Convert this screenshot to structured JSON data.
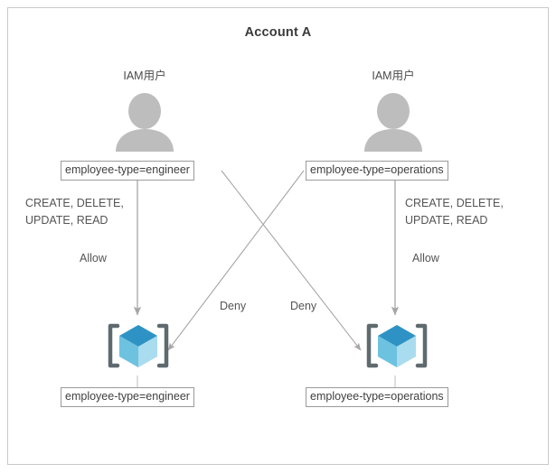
{
  "diagram": {
    "title": "Account A",
    "frame_border_color": "#c9c9c9",
    "arrow_color": "#a6a6a6",
    "avatar_color": "#bdbdbd",
    "cube_colors": {
      "top": "#2e93c4",
      "left": "#6cc2df",
      "right": "#a9dcef",
      "bracket": "#5f6a6f"
    },
    "users": [
      {
        "id": "left-user",
        "label": "IAM用户",
        "icon": "user-avatar-icon"
      },
      {
        "id": "right-user",
        "label": "IAM用户",
        "icon": "user-avatar-icon"
      }
    ],
    "user_tags": [
      {
        "id": "left-user-tag",
        "text": "employee-type=engineer"
      },
      {
        "id": "right-user-tag",
        "text": "employee-type=operations"
      }
    ],
    "resource_tags": [
      {
        "id": "left-resource-tag",
        "text": "employee-type=engineer"
      },
      {
        "id": "right-resource-tag",
        "text": "employee-type=operations"
      }
    ],
    "resources": [
      {
        "id": "left-resource",
        "icon": "cube-resource-icon"
      },
      {
        "id": "right-resource",
        "icon": "cube-resource-icon"
      }
    ],
    "operations": [
      {
        "id": "left-operations",
        "line1": "CREATE, DELETE,",
        "line2": "UPDATE, READ"
      },
      {
        "id": "right-operations",
        "line1": "CREATE, DELETE,",
        "line2": "UPDATE, READ"
      }
    ],
    "effects": {
      "allow_left": "Allow",
      "allow_right": "Allow",
      "deny_left": "Deny",
      "deny_right": "Deny"
    }
  }
}
